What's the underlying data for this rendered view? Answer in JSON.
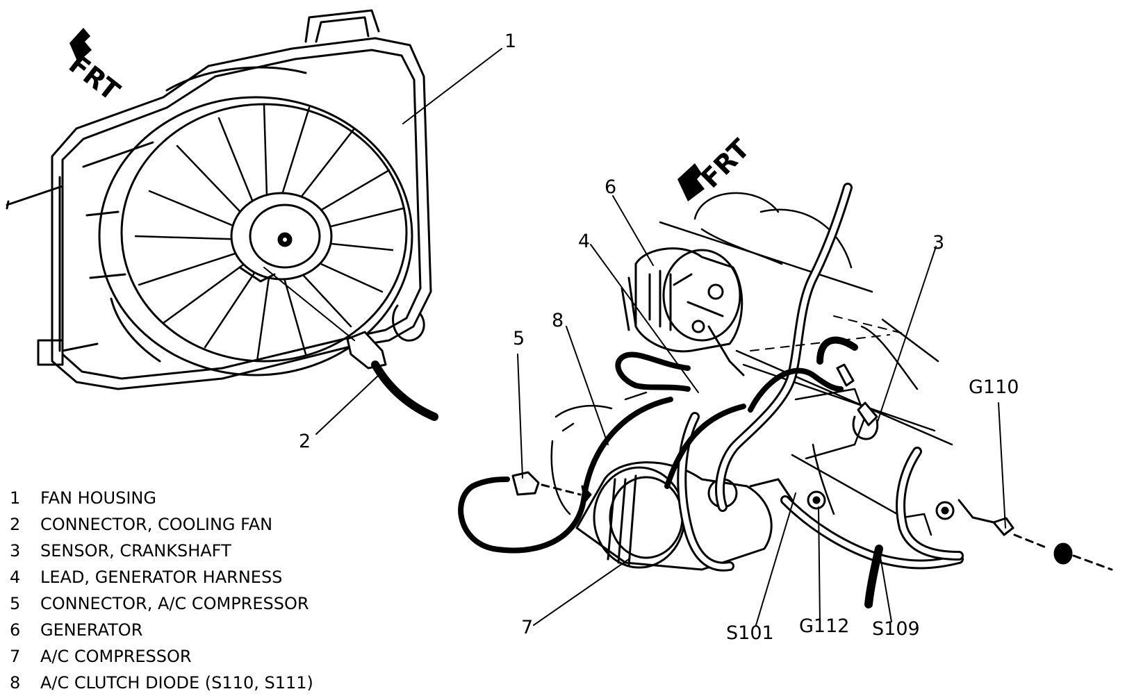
{
  "direction_markers": [
    "FRT",
    "FRT"
  ],
  "callouts": {
    "c1": "1",
    "c2": "2",
    "c3": "3",
    "c4": "4",
    "c5": "5",
    "c6": "6",
    "c7": "7",
    "c8": "8",
    "g110": "G110",
    "s101": "S101",
    "g112": "G112",
    "s109": "S109"
  },
  "legend": [
    {
      "num": "1",
      "text": "FAN HOUSING"
    },
    {
      "num": "2",
      "text": "CONNECTOR, COOLING FAN"
    },
    {
      "num": "3",
      "text": "SENSOR, CRANKSHAFT"
    },
    {
      "num": "4",
      "text": "LEAD, GENERATOR HARNESS"
    },
    {
      "num": "5",
      "text": "CONNECTOR, A/C COMPRESSOR"
    },
    {
      "num": "6",
      "text": "GENERATOR"
    },
    {
      "num": "7",
      "text": "A/C COMPRESSOR"
    },
    {
      "num": "8",
      "text": "A/C CLUTCH DIODE (S110, S111)"
    }
  ]
}
